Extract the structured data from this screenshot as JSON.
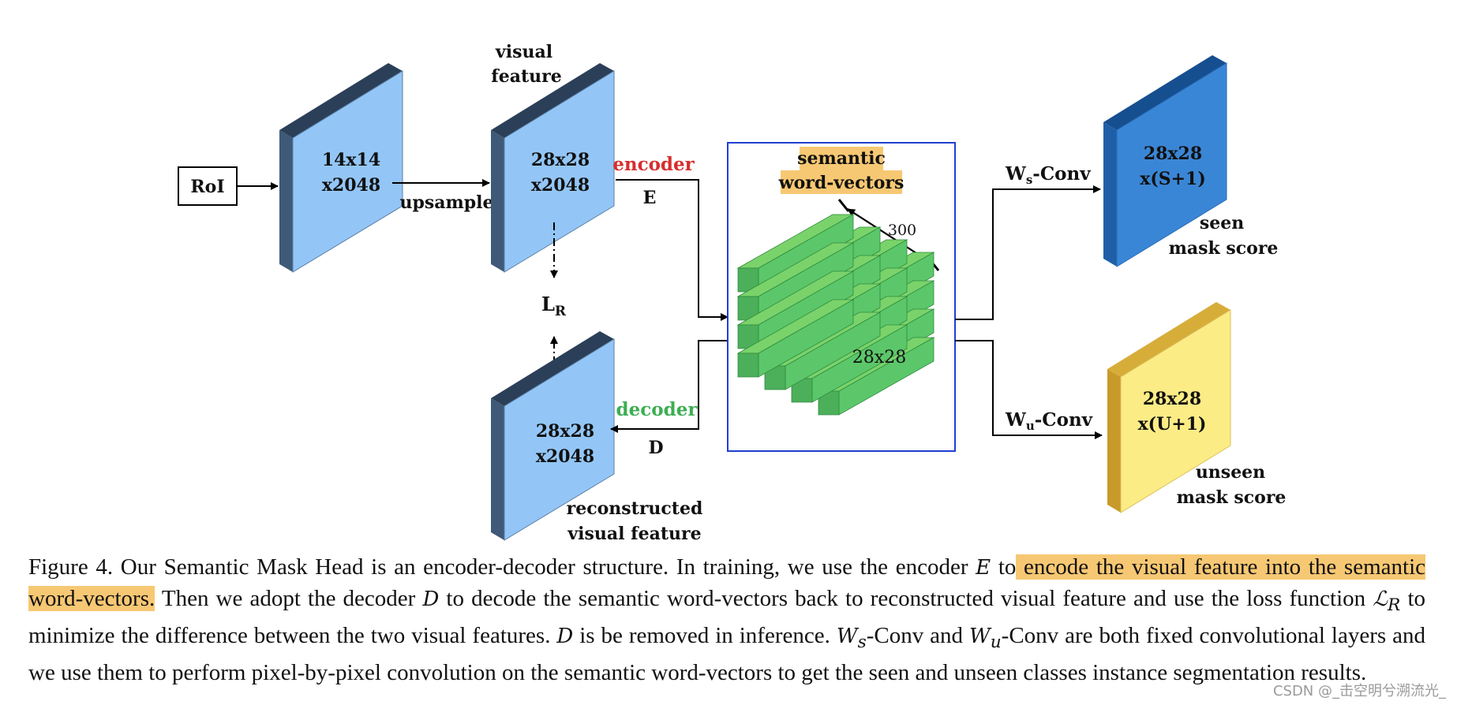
{
  "colors": {
    "feature_face": "#93c6f6",
    "feature_side": "#3f5a78",
    "feature_top": "#2b3f58",
    "seen_face": "#3a86d6",
    "unseen_face": "#fcec86",
    "cube_green": "#4caf5a",
    "encoder_label": "#d62e2e",
    "decoder_label": "#3cae52",
    "highlight": "#f7c873",
    "semantic_box_border": "#1f3fd0"
  },
  "diagram": {
    "roi_label": "RoI",
    "roi_feature": {
      "line1": "14x14",
      "line2": "x2048"
    },
    "upsample_label": "upsample",
    "visual_feature": {
      "caption1": "visual",
      "caption2": "feature",
      "line1": "28x28",
      "line2": "x2048"
    },
    "loss_label": "L",
    "loss_subscript": "R",
    "reconstructed": {
      "line1": "28x28",
      "line2": "x2048",
      "caption1": "reconstructed",
      "caption2": "visual feature"
    },
    "encoder_label": "encoder",
    "encoder_symbol": "E",
    "decoder_label": "decoder",
    "decoder_symbol": "D",
    "semantic_title1": "semantic",
    "semantic_title2": "word-vectors",
    "depth_label": "300",
    "grid_label": "28x28",
    "ws_conv": {
      "main": "W",
      "sub": "s",
      "rest": "-Conv"
    },
    "wu_conv": {
      "main": "W",
      "sub": "u",
      "rest": "-Conv"
    },
    "seen_block": {
      "line1": "28x28",
      "line2": "x(S+1)",
      "caption1": "seen",
      "caption2": "mask score"
    },
    "unseen_block": {
      "line1": "28x28",
      "line2": "x(U+1)",
      "caption1": "unseen",
      "caption2": "mask score"
    }
  },
  "caption": {
    "p1": "Figure 4. Our Semantic Mask Head is an encoder-decoder structure. In training, we use the encoder ",
    "E1": "E",
    "p2": " to",
    "h1": " encode the visual feature into the semantic word-vectors.",
    "p3": " Then we adopt the decoder ",
    "D1": "D",
    "p4": " to decode the semantic word-vectors back to reconstructed visual feature and use the loss function ",
    "LR": "ℒ",
    "LR_sub": "R",
    "p5": " to minimize the difference between the two visual features. ",
    "D2": "D",
    "p6": " is be removed in inference. ",
    "Ws": "W",
    "Ws_sub": "s",
    "p7": "-Conv and ",
    "Wu": "W",
    "Wu_sub": "u",
    "p8": "-Conv are both fixed convolutional layers and we use them to perform pixel-by-pixel convolution on the semantic word-vectors to get the seen and unseen classes instance segmentation results."
  },
  "watermark": "CSDN @_击空明兮溯流光_"
}
